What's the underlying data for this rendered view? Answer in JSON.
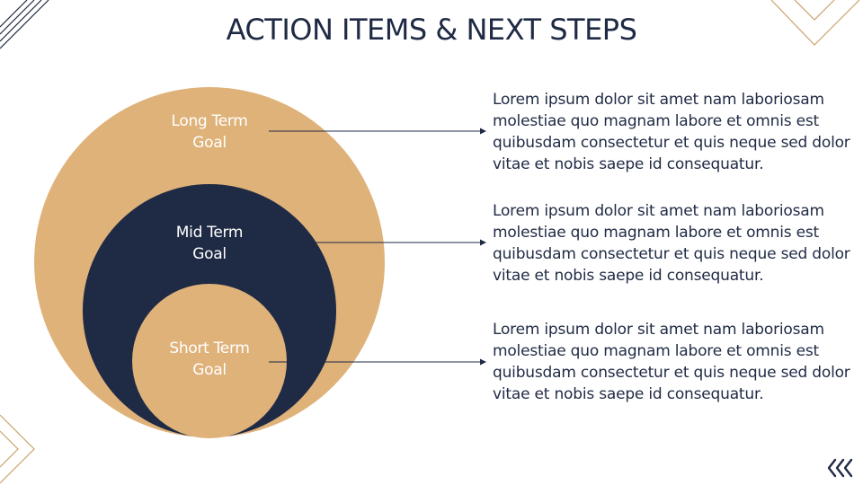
{
  "title": "ACTION ITEMS & NEXT STEPS",
  "colors": {
    "navy": "#1f2a44",
    "tan": "#dfb27a",
    "gold": "#c9a36a",
    "white": "#ffffff"
  },
  "goals": [
    {
      "line1": "Long Term",
      "line2": "Goal",
      "description": "Lorem ipsum dolor sit amet nam laboriosam molestiae quo magnam labore et omnis est quibusdam consectetur et quis neque sed dolor vitae et nobis saepe id consequatur."
    },
    {
      "line1": "Mid Term",
      "line2": "Goal",
      "description": "Lorem ipsum dolor sit amet nam laboriosam molestiae quo magnam labore et omnis est quibusdam consectetur et quis neque sed dolor vitae et nobis saepe id consequatur."
    },
    {
      "line1": "Short Term",
      "line2": "Goal",
      "description": "Lorem ipsum dolor sit amet nam laboriosam molestiae quo magnam labore et omnis est quibusdam consectetur et quis neque sed dolor vitae et nobis saepe id consequatur."
    }
  ],
  "nav": {
    "icon": "double-chevron-left-icon"
  }
}
